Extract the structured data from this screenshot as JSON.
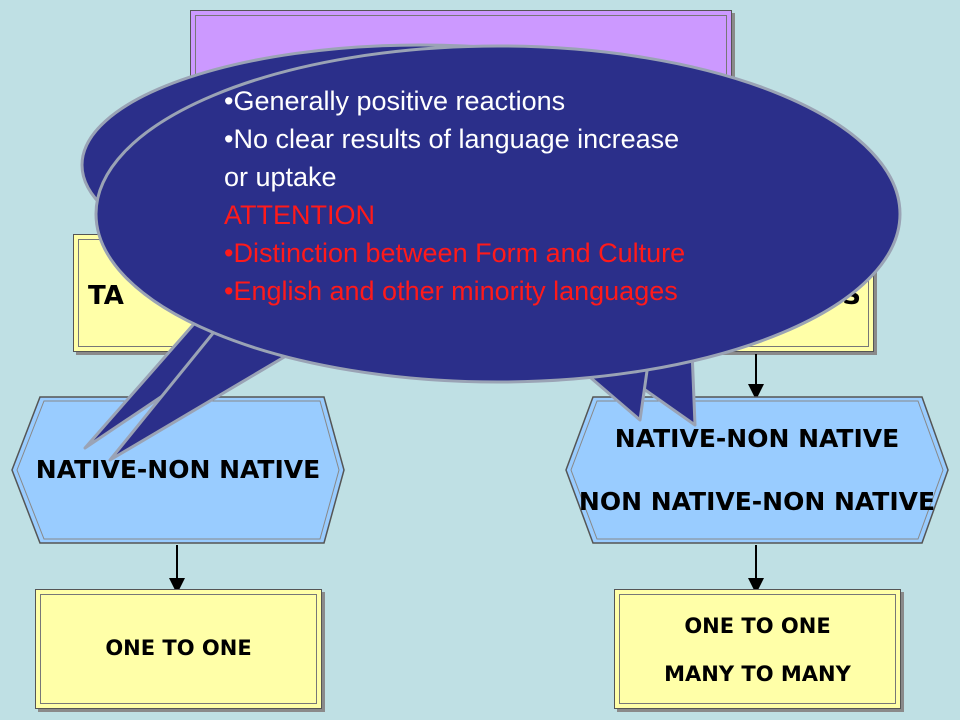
{
  "top_box": {
    "title": ""
  },
  "left_branch": {
    "box_label": "TA",
    "hexagon_label": "NATIVE-NON NATIVE",
    "bottom_label": "ONE TO ONE"
  },
  "right_branch": {
    "box_label": "S",
    "hexagon_lines": [
      "NATIVE-NON NATIVE",
      "NON NATIVE-NON NATIVE"
    ],
    "bottom_lines": [
      "ONE TO ONE",
      "MANY TO MANY"
    ]
  },
  "callout": {
    "lines": [
      "•Generally positive reactions",
      "•No clear results of language increase",
      "or uptake",
      "ATTENTION",
      "•Distinction between Form and Culture",
      "•English and other minority languages"
    ],
    "text_color": "#ffffff",
    "accent_color": "#ff1a1a",
    "fill_color": "#2b2f8a"
  },
  "colors": {
    "background": "#bfe0e4",
    "yellow_box": "#ffffa8",
    "purple_box": "#cc99ff",
    "hexagon": "#99ccff"
  }
}
